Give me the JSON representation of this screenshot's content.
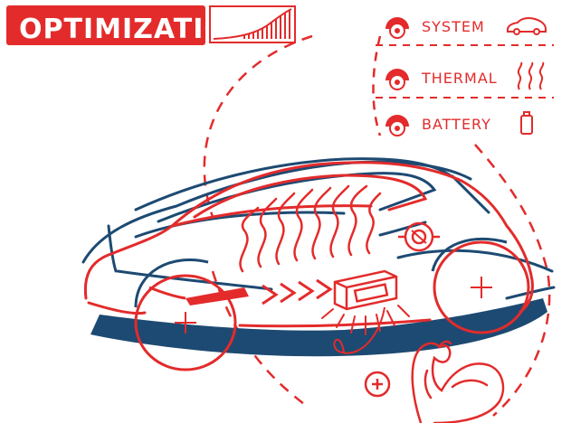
{
  "colors": {
    "accent": "#e32b2b",
    "navy": "#1d4a72",
    "background": "#ffffff"
  },
  "title": {
    "text": "OPTIMIZATION"
  },
  "menu": {
    "items": [
      {
        "label": "SYSTEM",
        "leading_icon": "gauge-knob-icon",
        "trailing_icon": "car-icon"
      },
      {
        "label": "THERMAL",
        "leading_icon": "gauge-knob-icon",
        "trailing_icon": "heat-waves-icon"
      },
      {
        "label": "BATTERY",
        "leading_icon": "gauge-knob-icon",
        "trailing_icon": "battery-icon"
      }
    ]
  },
  "illustration": {
    "subject": "car-cutaway",
    "elements": [
      "car-body",
      "front-wheel",
      "rear-wheel",
      "heat-waves",
      "battery-pack",
      "energy-arrows",
      "motor-gauge",
      "flexed-arm",
      "plus-symbol"
    ]
  }
}
